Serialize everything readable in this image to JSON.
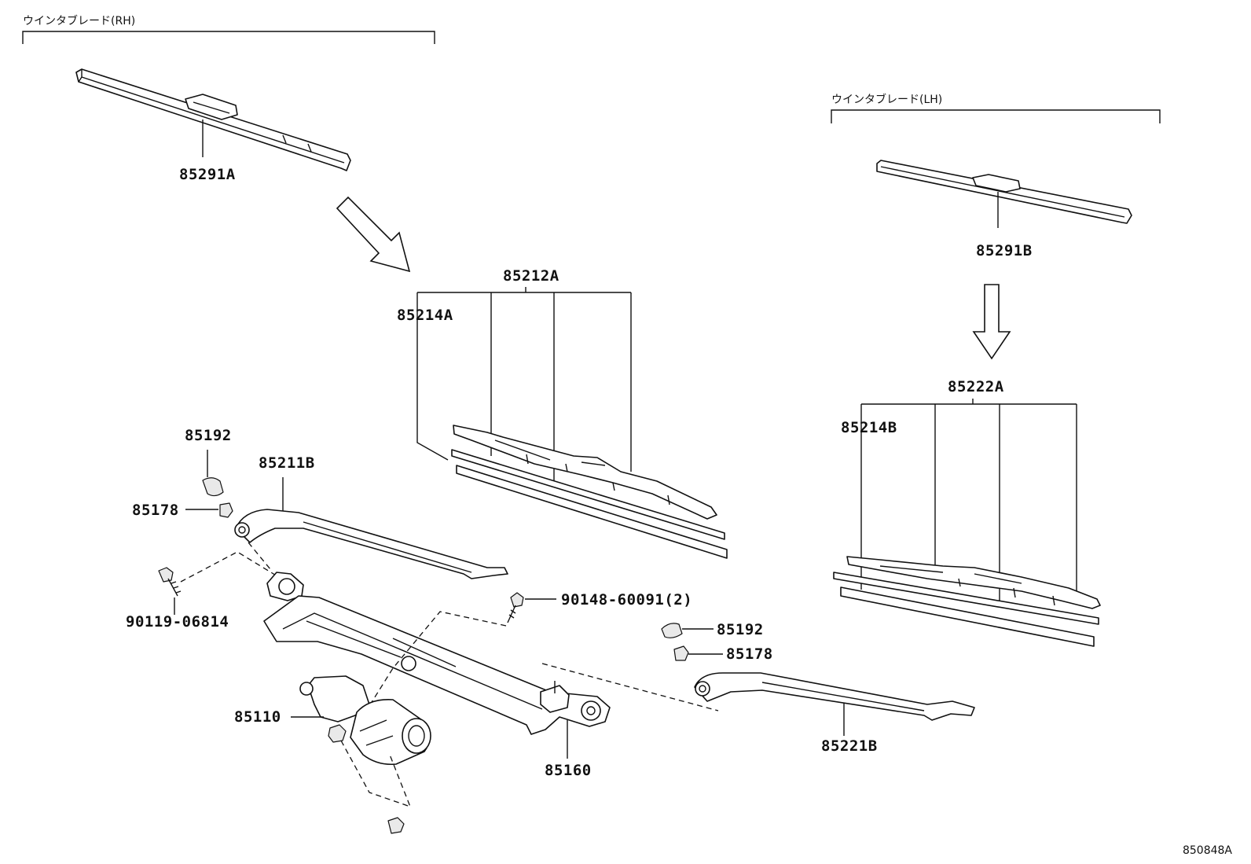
{
  "headers": {
    "rh": "ウインタブレード(RH)",
    "lh": "ウインタブレード(LH)"
  },
  "labels": {
    "p85291A": "85291A",
    "p85291B": "85291B",
    "p85212A": "85212A",
    "p85214A": "85214A",
    "p85222A": "85222A",
    "p85214B": "85214B",
    "p85192_left": "85192",
    "p85211B": "85211B",
    "p85178_left": "85178",
    "p90119": "90119-06814",
    "p90148": "90148-60091(2)",
    "p85192_right": "85192",
    "p85178_right": "85178",
    "p85110": "85110",
    "p85160": "85160",
    "p85221B": "85221B"
  },
  "figure_id": "850848A"
}
